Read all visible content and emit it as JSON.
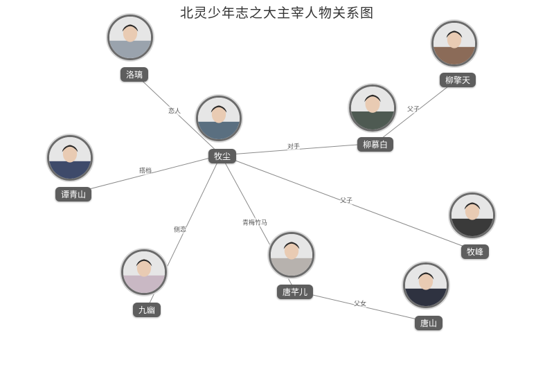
{
  "title": "北灵少年志之大主宰人物关系图",
  "nodes": [
    {
      "id": "mu_chen",
      "name": "牧尘",
      "avatar_color": "#5a6f80"
    },
    {
      "id": "luo_li",
      "name": "洛璃",
      "avatar_color": "#9aa3ad"
    },
    {
      "id": "liu_qingtian",
      "name": "柳擎天",
      "avatar_color": "#8b6b58"
    },
    {
      "id": "liu_mubai",
      "name": "柳慕白",
      "avatar_color": "#4e5a52"
    },
    {
      "id": "tan_qingshan",
      "name": "谭青山",
      "avatar_color": "#3e4a6a"
    },
    {
      "id": "mu_feng",
      "name": "牧峰",
      "avatar_color": "#3a3a3a"
    },
    {
      "id": "jiu_you",
      "name": "九幽",
      "avatar_color": "#c9b8c4"
    },
    {
      "id": "tang_qianer",
      "name": "唐芊儿",
      "avatar_color": "#b7b2ae"
    },
    {
      "id": "tang_shan",
      "name": "唐山",
      "avatar_color": "#2e3240"
    }
  ],
  "edges": [
    {
      "from": "luo_li",
      "to": "mu_chen",
      "label": "恋人"
    },
    {
      "from": "mu_chen",
      "to": "liu_mubai",
      "label": "对手"
    },
    {
      "from": "liu_mubai",
      "to": "liu_qingtian",
      "label": "父子"
    },
    {
      "from": "tan_qingshan",
      "to": "mu_chen",
      "label": "搭档"
    },
    {
      "from": "mu_chen",
      "to": "mu_feng",
      "label": "父子"
    },
    {
      "from": "mu_chen",
      "to": "jiu_you",
      "label": "侧恋"
    },
    {
      "from": "mu_chen",
      "to": "tang_qianer",
      "label": "青梅竹马"
    },
    {
      "from": "tang_qianer",
      "to": "tang_shan",
      "label": "父女"
    }
  ]
}
